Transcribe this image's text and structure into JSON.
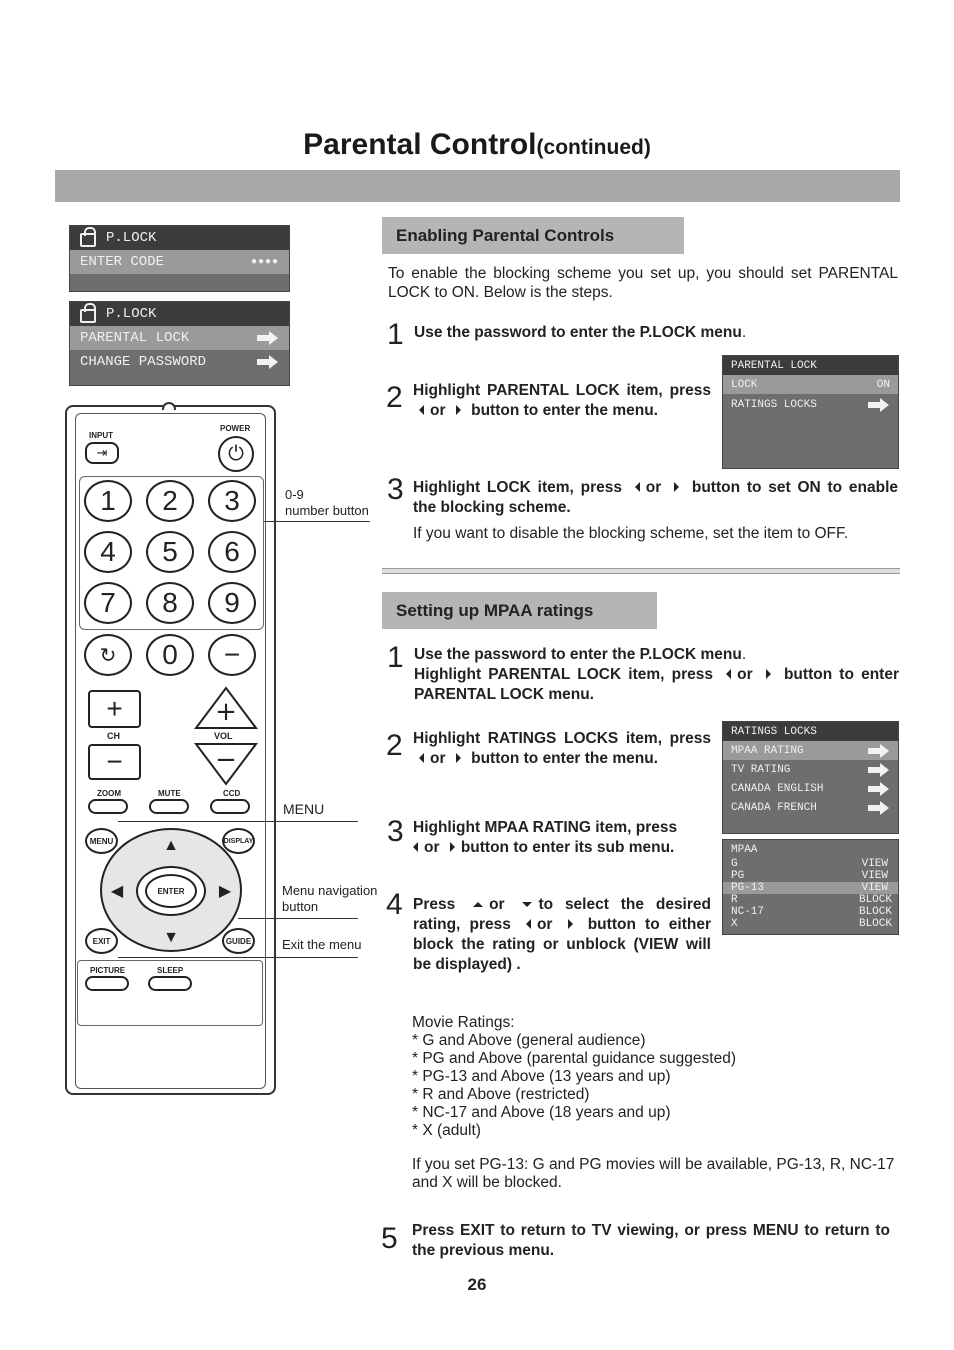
{
  "title": {
    "main": "Parental Control",
    "sub": "(continued)"
  },
  "osd1": {
    "header": "P.LOCK",
    "row_label": "ENTER CODE",
    "row_value": "●●●●"
  },
  "osd2": {
    "header": "P.LOCK",
    "items": [
      "PARENTAL LOCK",
      "CHANGE PASSWORD"
    ]
  },
  "remote": {
    "input": "INPUT",
    "power": "POWER",
    "digits": [
      "1",
      "2",
      "3",
      "4",
      "5",
      "6",
      "7",
      "8",
      "9",
      "0"
    ],
    "ch": "CH",
    "vol": "VOL",
    "zoom": "ZOOM",
    "mute": "MUTE",
    "ccd": "CCD",
    "menu": "MENU",
    "display": "DISPLAY",
    "enter": "ENTER",
    "exit": "EXIT",
    "guide": "GUIDE",
    "picture": "PICTURE",
    "sleep": "SLEEP"
  },
  "callouts": {
    "numbers_1": "0-9",
    "numbers_2": "number button",
    "menu": "MENU",
    "nav_1": "Menu navigation",
    "nav_2": "button",
    "exit": "Exit the menu"
  },
  "section1": {
    "heading": "Enabling Parental Controls",
    "intro": "To enable the blocking scheme you set up, you should set PARENTAL LOCK to ON. Below is the steps.",
    "step1_num": "1",
    "step1": "Use the password to enter the P.LOCK menu",
    "step1_dot": ".",
    "step2_num": "2",
    "step2_a": "Highlight PARENTAL LOCK item, press",
    "step2_b": "or",
    "step2_c": "button to enter the menu.",
    "step3_num": "3",
    "step3_a": "Highlight LOCK item, press",
    "step3_b": "or",
    "step3_c": "button to set ON to enable the blocking scheme.",
    "step3_note": "If you want to disable the blocking scheme, set the item to OFF.",
    "osd": {
      "header": "PARENTAL LOCK",
      "lock_label": "LOCK",
      "lock_value": "ON",
      "ratings": "RATINGS LOCKS"
    }
  },
  "section2": {
    "heading": "Setting up MPAA ratings",
    "step1_num": "1",
    "step1_a": "Use the password to enter the P.LOCK menu",
    "step1_dot": ".",
    "step1_b": "Highlight PARENTAL LOCK item,  press",
    "step1_c": "or",
    "step1_d": "button to enter PARENTAL LOCK menu.",
    "step2_num": "2",
    "step2_a": "Highlight RATINGS LOCKS item, press",
    "step2_b": "or",
    "step2_c": "button to enter the menu.",
    "step3_num": "3",
    "step3_a": "Highlight MPAA RATING item, press",
    "step3_b": "or",
    "step3_c": "button to enter its sub menu.",
    "step4_num": "4",
    "step4_a": "Press",
    "step4_b": "or",
    "step4_c": "to select the desired rating, press",
    "step4_d": "or",
    "step4_e": "button to either block the rating or unblock (VIEW will be displayed) .",
    "osd_ratings": {
      "header": "RATINGS LOCKS",
      "items": [
        "MPAA RATING",
        "TV RATING",
        "CANADA ENGLISH",
        "CANADA FRENCH"
      ]
    },
    "osd_mpaa": {
      "header": "MPAA",
      "rows": [
        {
          "rating": "G",
          "status": "VIEW"
        },
        {
          "rating": "PG",
          "status": "VIEW"
        },
        {
          "rating": "PG-13",
          "status": "VIEW"
        },
        {
          "rating": "R",
          "status": "BLOCK"
        },
        {
          "rating": "NC-17",
          "status": "BLOCK"
        },
        {
          "rating": "X",
          "status": "BLOCK"
        }
      ]
    },
    "movie_ratings_title": "Movie Ratings:",
    "movie_ratings": [
      "* G and Above (general audience)",
      "* PG and Above (parental guidance suggested)",
      "* PG-13 and Above (13 years and up)",
      "* R and Above (restricted)",
      "* NC-17 and Above (18 years and up)",
      "* X (adult)"
    ],
    "example": "If you set PG-13: G and PG movies will be available, PG-13, R, NC-17 and X will be blocked.",
    "step5_num": "5",
    "step5": "Press EXIT to return to TV viewing, or press MENU to return to the previous menu."
  },
  "page_number": "26"
}
